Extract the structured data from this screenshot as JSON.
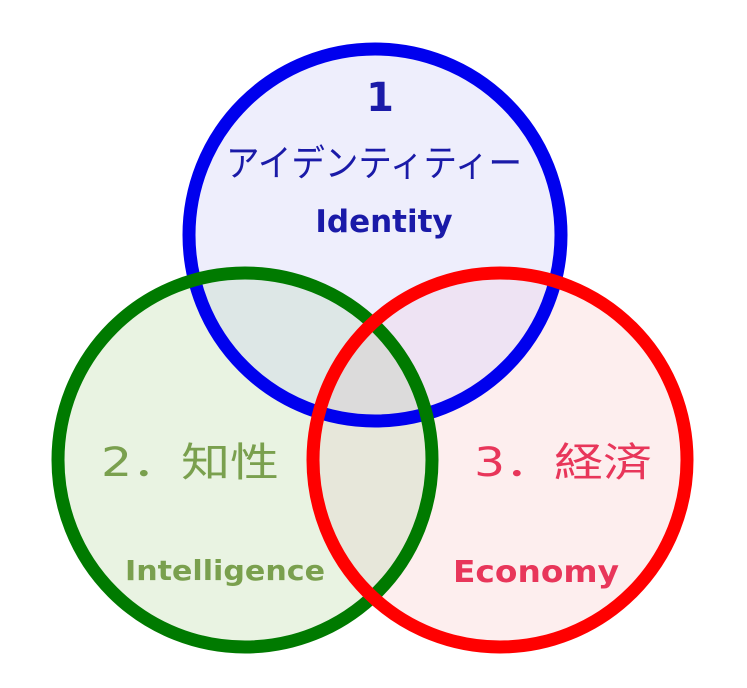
{
  "diagram": {
    "identity": {
      "number": "1",
      "jp_label": "アイデンティティー",
      "en_label": "Identity",
      "stroke_color": "#0000ee",
      "fill_color": "#eeeefc",
      "text_color": "#1a1aa8"
    },
    "intelligence": {
      "jp_label": "2．知性",
      "en_label": "Intelligence",
      "stroke_color": "#007a00",
      "fill_color": "#e9f3e2",
      "text_color": "#7aa04e"
    },
    "economy": {
      "jp_label": "3．経済",
      "en_label": "Economy",
      "stroke_color": "#ff0000",
      "fill_color": "#fdeeee",
      "text_color": "#e8365a"
    },
    "overlap_colors": {
      "identity_intelligence": "#dde7e6",
      "identity_economy": "#eee3f3",
      "intelligence_economy": "#e7e7da",
      "center": "#dcdbdb"
    }
  }
}
